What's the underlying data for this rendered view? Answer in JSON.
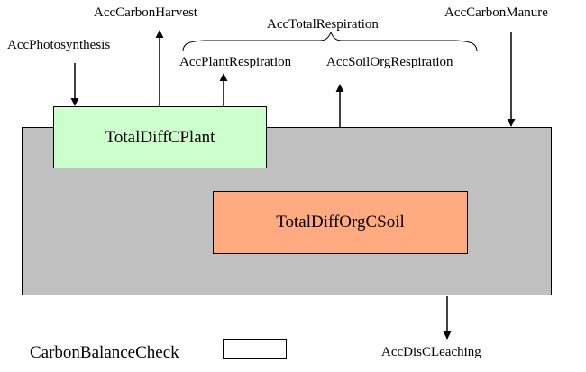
{
  "diagram": {
    "colors": {
      "background": "#ffffff",
      "soil_area": "#c0c0c0",
      "plant_box": "#ccffcc",
      "soil_box": "#ffaa80",
      "line": "#000000"
    },
    "boxes": {
      "plant": "TotalDiffCPlant",
      "soil": "TotalDiffOrgCSoil"
    },
    "flows": {
      "photosynthesis": "AccPhotosynthesis",
      "carbon_harvest": "AccCarbonHarvest",
      "total_respiration": "AccTotalRespiration",
      "plant_respiration": "AccPlantRespiration",
      "soil_respiration": "AccSoilOrgRespiration",
      "carbon_manure": "AccCarbonManure",
      "leaching": "AccDisCLeaching"
    },
    "check": {
      "label": "CarbonBalanceCheck",
      "value": ""
    }
  }
}
